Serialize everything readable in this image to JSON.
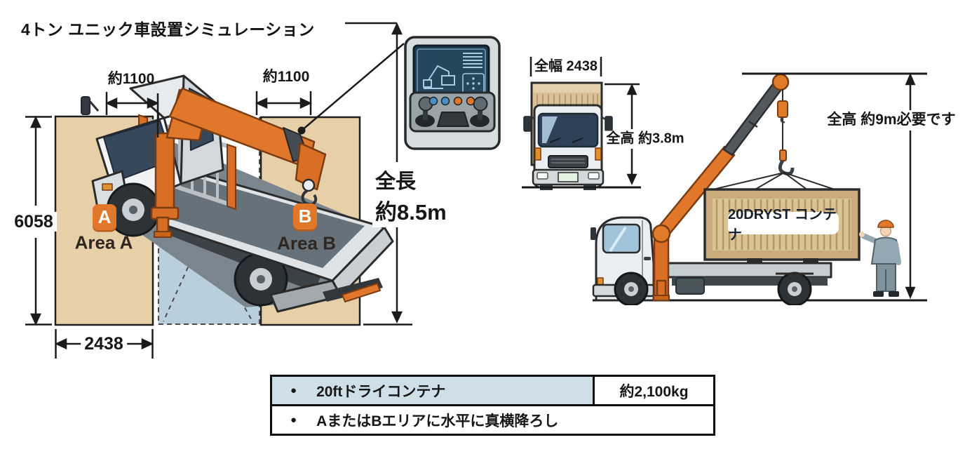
{
  "title": "4トン ユニック車設置シミュレーション",
  "left_diagram": {
    "dim_cab_offset": "約1100",
    "dim_boom_offset": "約1100",
    "dim_area_depth": "6058",
    "dim_area_width": "2438",
    "total_length_label": "全長",
    "total_length_value": "約8.5m",
    "area_a": {
      "badge": "A",
      "label": "Area A"
    },
    "area_b": {
      "badge": "B",
      "label": "Area B"
    }
  },
  "front_view": {
    "dim_width": "全幅 2438",
    "dim_height": "全高 約3.8m"
  },
  "lift_view": {
    "dim_height": "全高 約9m必要です",
    "container_label": "20DRYST コンテナ"
  },
  "spec_table": {
    "row1": {
      "bullet": "●",
      "label": "20ftドライコンテナ",
      "value": "約2,100kg"
    },
    "row2": {
      "bullet": "●",
      "label": "AまたはBエリアに水平に真横降ろし"
    }
  },
  "colors": {
    "accent_orange": "#e0772b",
    "crane_orange": "#d96f24",
    "area_tan": "#e7d0a8",
    "swing_zone_blue": "#b9cfdc",
    "table_header_blue": "#cfdfe8",
    "screen_navy": "#1e3e54"
  }
}
